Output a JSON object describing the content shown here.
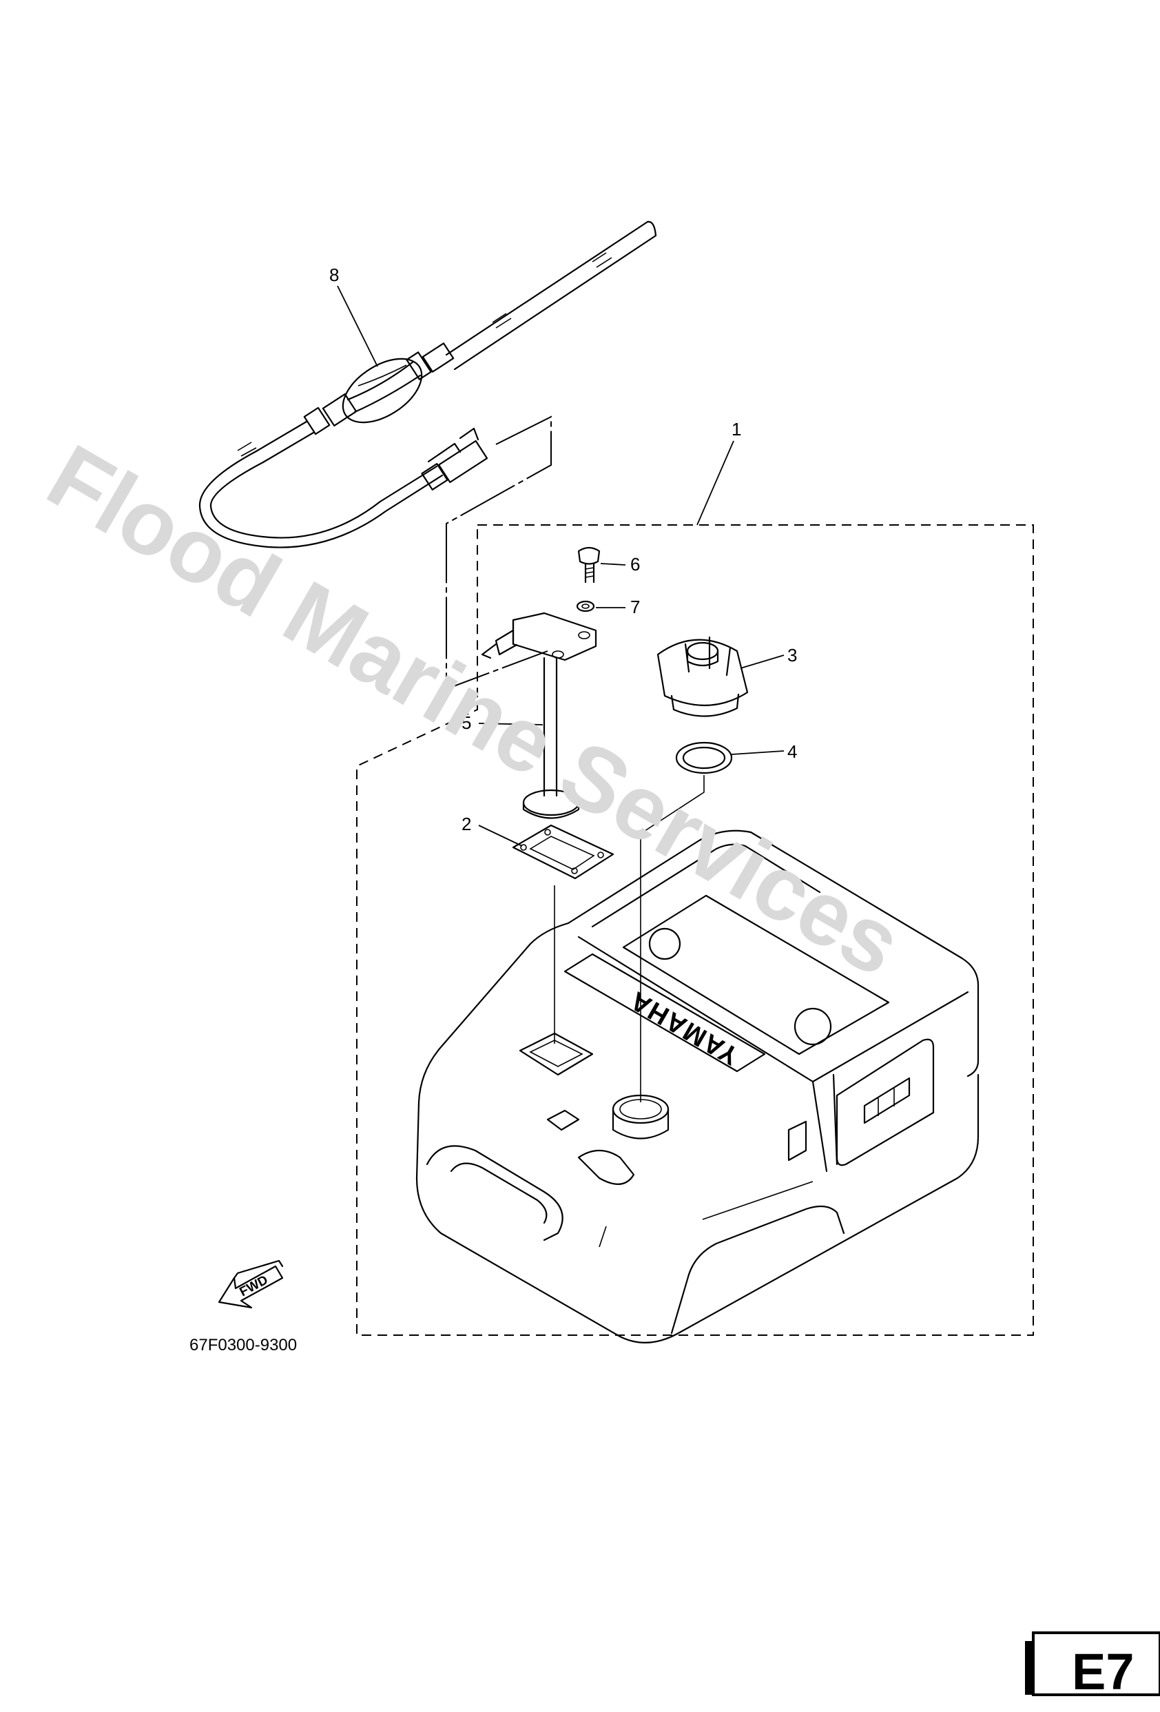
{
  "watermark": {
    "text": "Flood Marine Services",
    "color": "#d9d9d9"
  },
  "reference_code": "67F0300-9300",
  "fwd_label": "FWD",
  "tank_brand": "YAMAHA",
  "page_tag": "E7",
  "callouts": [
    {
      "id": "1",
      "label": "1",
      "part": "fuel-tank-assembly"
    },
    {
      "id": "2",
      "label": "2",
      "part": "gasket"
    },
    {
      "id": "3",
      "label": "3",
      "part": "filler-cap"
    },
    {
      "id": "4",
      "label": "4",
      "part": "cap-seal-ring"
    },
    {
      "id": "5",
      "label": "5",
      "part": "fuel-gauge-pickup"
    },
    {
      "id": "6",
      "label": "6",
      "part": "screw"
    },
    {
      "id": "7",
      "label": "7",
      "part": "washer"
    },
    {
      "id": "8",
      "label": "8",
      "part": "fuel-hose-primer-bulb"
    }
  ]
}
